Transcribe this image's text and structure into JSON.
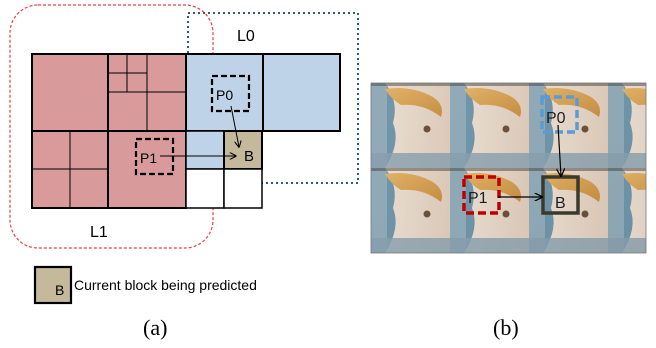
{
  "panel_a": {
    "list0_label": "L0",
    "list1_label": "L1",
    "p0_label": "P0",
    "p1_label": "P1",
    "block_label": "B",
    "caption": "(a)"
  },
  "panel_b": {
    "p0_label": "P0",
    "p1_label": "P1",
    "block_label": "B",
    "caption": "(b)"
  },
  "legend": {
    "swatch_label": "B",
    "text": "Current block being predicted"
  },
  "colors": {
    "pink_fill": "#d89a9a",
    "blue_fill": "#bed3e7",
    "current_fill": "#c4b99b",
    "l1_border": "#e8424a",
    "l0_border": "#2f5a86",
    "p0_photo": "#5b9bd5",
    "p1_photo": "#c00000"
  }
}
